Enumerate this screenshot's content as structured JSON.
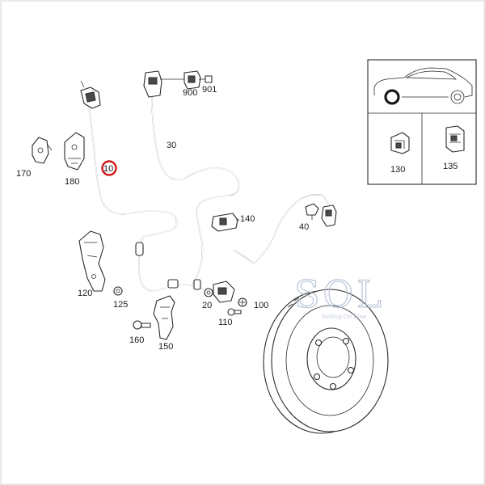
{
  "labels": {
    "p10": "10",
    "p20": "20",
    "p30": "30",
    "p40": "40",
    "p100": "100",
    "p110": "110",
    "p120": "120",
    "p125": "125",
    "p130": "130",
    "p135": "135",
    "p140": "140",
    "p150": "150",
    "p160": "160",
    "p170": "170",
    "p180": "180",
    "p900": "900",
    "p901": "901"
  },
  "watermark": {
    "brand": "SOL",
    "tagline": "Sailing On Line"
  },
  "colors": {
    "line": "#2a2a2a",
    "highlight": "#d01818",
    "watermark": "#b9c3d8"
  },
  "highlighted_part": "10"
}
